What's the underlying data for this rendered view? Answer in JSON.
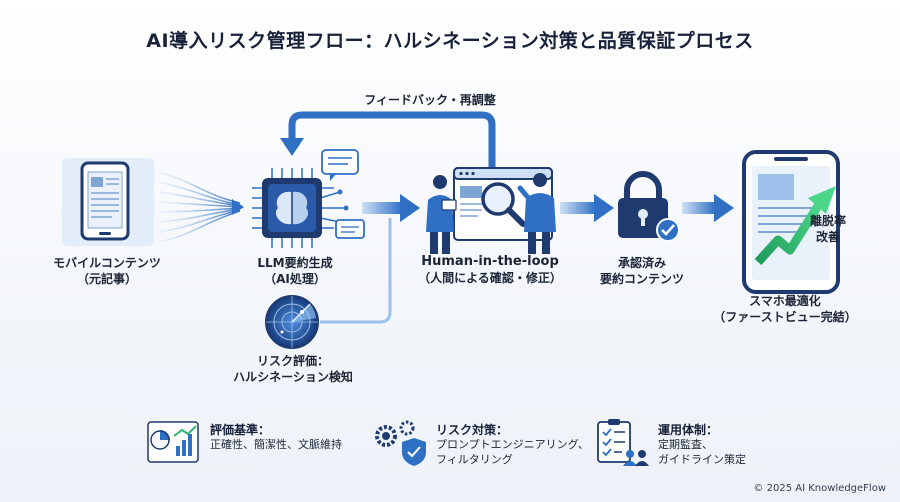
{
  "title": "AI導入リスク管理フロー：ハルシネーション対策と品質保証プロセス",
  "nodes": {
    "mobile": {
      "line1": "モバイルコンテンツ",
      "line2": "（元記事）"
    },
    "llm": {
      "line1": "LLM要約生成",
      "line2": "（AI処理）"
    },
    "hitl": {
      "line1": "Human-in-the-loop",
      "line2": "（人間による確認・修正）"
    },
    "approved": {
      "line1": "承認済み",
      "line2": "要約コンテンツ"
    },
    "smartphone": {
      "line1": "スマホ最適化",
      "line2": "（ファーストビュー完結）"
    },
    "risk": {
      "line1": "リスク評価：",
      "line2": "ハルシネーション検知"
    },
    "chart": {
      "line1": "離脱率",
      "line2": "改善"
    }
  },
  "feedback_label": "フィードバック・再調整",
  "footer": [
    {
      "heading": "評価基準：",
      "line1": "正確性、簡潔性、文脈維持",
      "line2": "",
      "icon": "chart-icon"
    },
    {
      "heading": "リスク対策：",
      "line1": "プロンプトエンジニアリング、",
      "line2": "フィルタリング",
      "icon": "gear-shield-icon"
    },
    {
      "heading": "運用体制：",
      "line1": "定期監査、",
      "line2": "ガイドライン策定",
      "icon": "checklist-team-icon"
    }
  ],
  "copyright": "© 2025 AI KnowledgeFlow",
  "colors": {
    "primary": "#2f6fc4",
    "dark": "#1e3a6e",
    "light": "#cfe0f6",
    "accent_green": "#2bb673"
  }
}
